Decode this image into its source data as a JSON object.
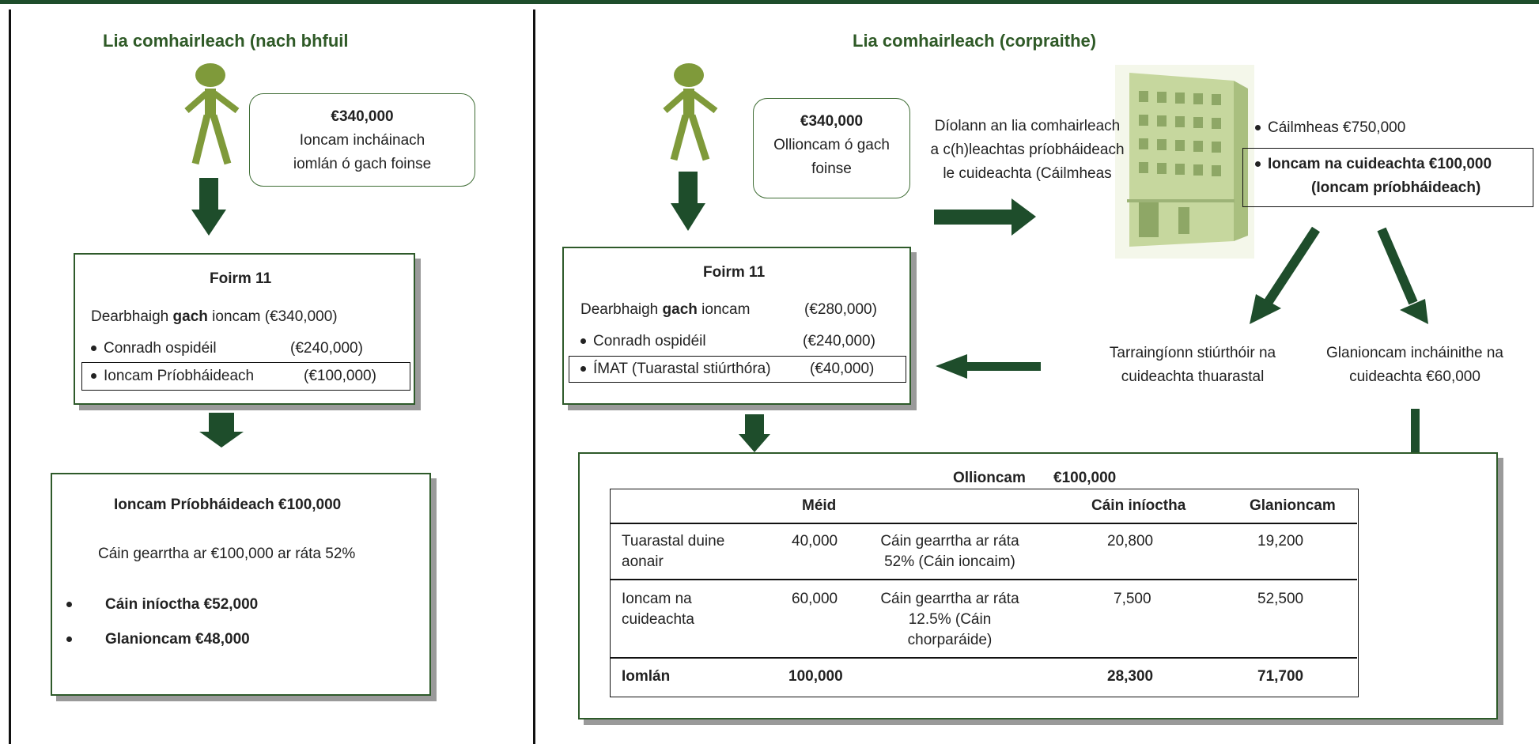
{
  "colors": {
    "accent": "#2f5a27",
    "arrow": "#1e4d2b",
    "figure": "#7f9a3a"
  },
  "left": {
    "title": "Lia comhairleach (nach bhfuil",
    "income_box": {
      "amount": "€340,000",
      "line1": "Ioncam incháinach",
      "line2": "iomlán ó gach foinse"
    },
    "form": {
      "title": "Foirm 11",
      "declare_prefix": "Dearbhaigh ",
      "declare_bold": "gach",
      "declare_suffix": " ioncam",
      "declare_amount": "(€340,000)",
      "item1_label": "Conradh ospidéil",
      "item1_amount": "(€240,000)",
      "item2_label": "Ioncam Príobháideach",
      "item2_amount": "(€100,000)"
    },
    "result": {
      "title": "Ioncam Príobháideach €100,000",
      "tax_line": "Cáin gearrtha ar €100,000 ar ráta 52%",
      "bullet1": "Cáin iníoctha €52,000",
      "bullet2": "Glanioncam €48,000"
    }
  },
  "right": {
    "title": "Lia comhairleach (corpraithe)",
    "income_box": {
      "amount": "€340,000",
      "line1": "Ollioncam ó gach",
      "line2": "foinse"
    },
    "sells_text": [
      "Díolann an lia comhairleach",
      "a c(h)leachtas príobháideach",
      "le cuideachta    (Cáilmheas"
    ],
    "company_info": {
      "goodwill": "Cáilmheas €750,000",
      "income_line1": "Ioncam na cuideachta €100,000",
      "income_line2": "(Ioncam príobháideach)"
    },
    "director_text": [
      "Tarraingíonn stiúrthóir na",
      "cuideachta  thuarastal"
    ],
    "net_income_text": [
      "Glanioncam incháinithe na",
      "cuideachta €60,000"
    ],
    "form": {
      "title": "Foirm 11",
      "declare_prefix": "Dearbhaigh ",
      "declare_bold": "gach",
      "declare_suffix": " ioncam",
      "declare_amount": "(€280,000)",
      "item1_label": "Conradh ospidéil",
      "item1_amount": "(€240,000)",
      "item2_label": "ÍMAT (Tuarastal stiúrthóra)",
      "item2_amount": "(€40,000)"
    },
    "table": {
      "caption_label": "Ollioncam",
      "caption_amount": "€100,000",
      "headers": {
        "col2": "Méid",
        "col4": "Cáin iníoctha",
        "col5": "Glanioncam"
      },
      "row1": {
        "label": [
          "Tuarastal duine",
          "aonair"
        ],
        "amount": "40,000",
        "desc": [
          "Cáin gearrtha ar ráta",
          "52% (Cáin ioncaim)"
        ],
        "tax": "20,800",
        "net": "19,200"
      },
      "row2": {
        "label": [
          "Ioncam na",
          "cuideachta"
        ],
        "amount": "60,000",
        "desc": [
          "Cáin gearrtha ar ráta",
          "12.5% (Cáin",
          "chorparáide)"
        ],
        "tax": "7,500",
        "net": "52,500"
      },
      "total": {
        "label": "Iomlán",
        "amount": "100,000",
        "tax": "28,300",
        "net": "71,700"
      }
    }
  }
}
